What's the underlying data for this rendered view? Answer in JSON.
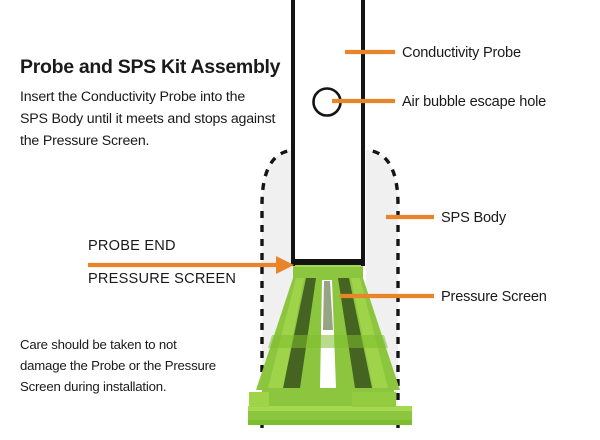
{
  "diagram": {
    "title": "Probe and SPS Kit Assembly",
    "intro": [
      "Insert the Conductivity Probe into the",
      "SPS Body until it meets and stops against",
      "the Pressure Screen."
    ],
    "note": [
      "Care should be taken to not",
      "damage the Probe or the Pressure",
      "Screen during installation."
    ],
    "callouts": {
      "conductivity_probe": "Conductivity Probe",
      "air_bubble_escape_hole": "Air bubble escape hole",
      "sps_body": "SPS Body",
      "pressure_screen": "Pressure Screen"
    },
    "arrow_label": {
      "line1": "PROBE END",
      "line2": "PRESSURE SCREEN"
    },
    "colors": {
      "accent_orange": "#E8842A",
      "probe_outline": "#141414",
      "sps_body_fill": "#F0F0F0",
      "screen_green_light": "#9ACD32",
      "screen_green_mid": "#7DBE2E",
      "screen_green_dark": "#3F5A1E",
      "text": "#1a1a1a",
      "background": "#FFFFFF"
    }
  }
}
